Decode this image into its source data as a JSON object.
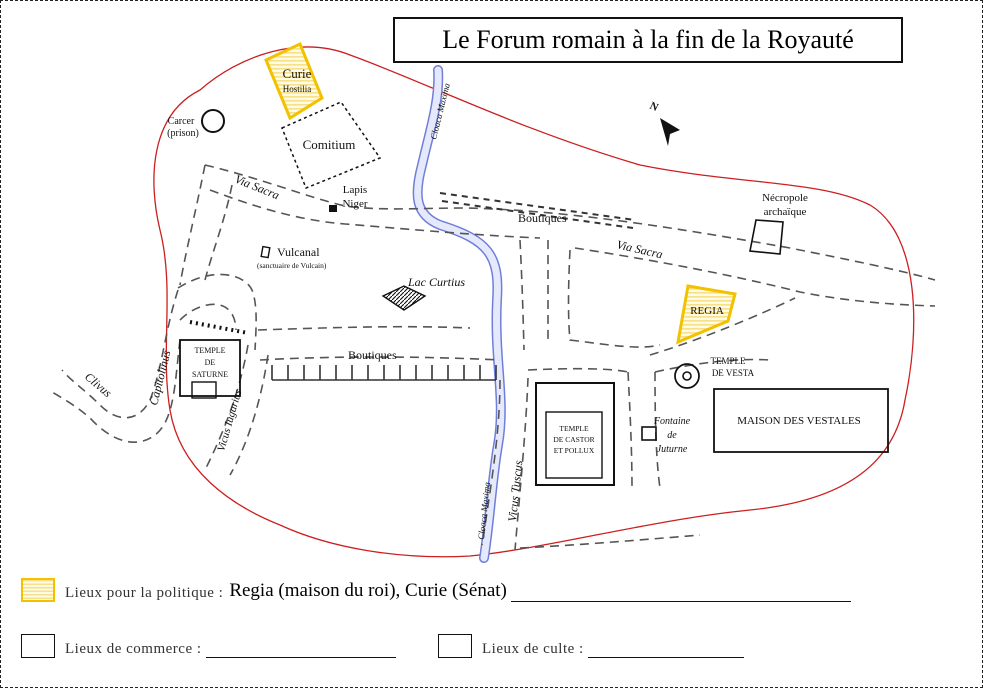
{
  "title": "Le Forum romain à la fin de la Royauté",
  "map_labels": {
    "curie": "Curie",
    "hostilia": "Hostilia",
    "carcer": "Carcer",
    "prison": "(prison)",
    "comitium": "Comitium",
    "lapis": "Lapis",
    "niger": "Niger",
    "cloaca_north": "Cloaca Maxima",
    "cloaca_south": "Cloaca Maxima",
    "via_sacra_west": "Via Sacra",
    "via_sacra_east": "Via Sacra",
    "boutiques_north": "Boutiques",
    "boutiques_south": "Boutiques",
    "necropole": "Nécropole",
    "archaique": "archaïque",
    "vulcanal": "Vulcanal",
    "vulcanal_note": "(sanctuaire de Vulcain)",
    "lac_curtius": "Lac Curtius",
    "regia": "REGIA",
    "temple_saturne_1": "TEMPLE",
    "temple_saturne_2": "DE",
    "temple_saturne_3": "SATURNE",
    "temple_vesta_1": "TEMPLE",
    "temple_vesta_2": "DE VESTA",
    "maison_vestales": "MAISON DES VESTALES",
    "castor_1": "TEMPLE",
    "castor_2": "DE CASTOR",
    "castor_3": "ET POLLUX",
    "fontaine_1": "Fontaine",
    "fontaine_2": "de",
    "fontaine_3": "Juturne",
    "capitolinus": "Capitolinus",
    "clivus": "Clivus",
    "vicus_iugarius": "Vicus Iugarius",
    "vicus_tuscus": "Vicus Tuscus",
    "north_arrow": "N"
  },
  "colors": {
    "boundary": "#cc1f1f",
    "politique_fill": "#f7e08a",
    "politique_stroke": "#f2c200",
    "cloaca_fill": "#d8defa",
    "cloaca_stroke": "#6f7fd8",
    "roads": "#555555"
  },
  "legend": {
    "politique_label": "Lieux pour la politique :",
    "politique_answer": "Regia (maison du roi), Curie (Sénat)",
    "commerce_label": "Lieux de commerce :",
    "culte_label": "Lieux de culte :"
  }
}
